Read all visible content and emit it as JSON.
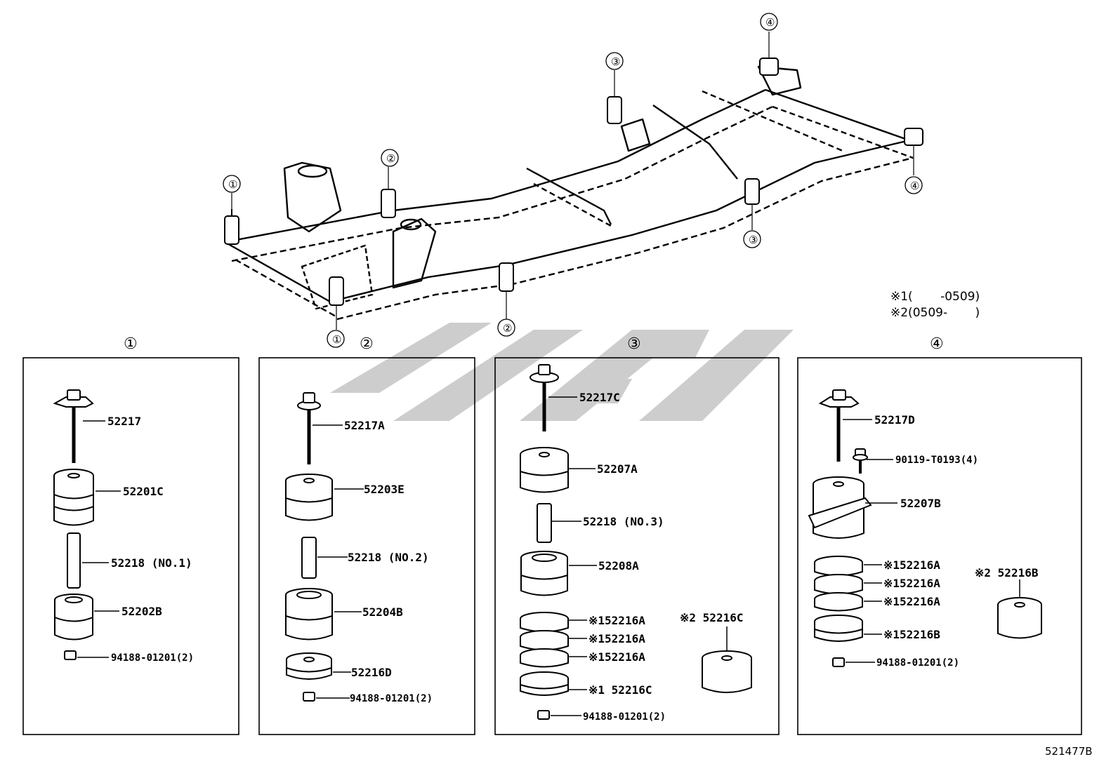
{
  "diagram_id": "521477B",
  "notes": {
    "note1": "※1(　　 -0509)",
    "note2": "※2(0509-　　 )"
  },
  "frame_callouts": [
    "①",
    "②",
    "③",
    "④"
  ],
  "panels": [
    {
      "number": "①",
      "parts": [
        {
          "label": "52217"
        },
        {
          "label": "52201C"
        },
        {
          "label": "52218 (NO.1)"
        },
        {
          "label": "52202B"
        },
        {
          "label": "94188-01201(2)"
        }
      ]
    },
    {
      "number": "②",
      "parts": [
        {
          "label": "52217A"
        },
        {
          "label": "52203E"
        },
        {
          "label": "52218 (NO.2)"
        },
        {
          "label": "52204B"
        },
        {
          "label": "52216D"
        },
        {
          "label": "94188-01201(2)"
        }
      ]
    },
    {
      "number": "③",
      "parts": [
        {
          "label": "52217C"
        },
        {
          "label": "52207A"
        },
        {
          "label": "52218 (NO.3)"
        },
        {
          "label": "52208A"
        },
        {
          "label": "※152216A"
        },
        {
          "label": "※152216A"
        },
        {
          "label": "※152216A"
        },
        {
          "label": "※1 52216C"
        },
        {
          "label": "※2 52216C"
        },
        {
          "label": "94188-01201(2)"
        }
      ]
    },
    {
      "number": "④",
      "parts": [
        {
          "label": "52217D"
        },
        {
          "label": "90119-T0193(4)"
        },
        {
          "label": "52207B"
        },
        {
          "label": "※152216A"
        },
        {
          "label": "※152216A"
        },
        {
          "label": "※152216A"
        },
        {
          "label": "※152216B"
        },
        {
          "label": "※2 52216B"
        },
        {
          "label": "94188-01201(2)"
        }
      ]
    }
  ],
  "colors": {
    "line": "#000000",
    "watermark": "#c8c8c8",
    "background": "#ffffff"
  }
}
